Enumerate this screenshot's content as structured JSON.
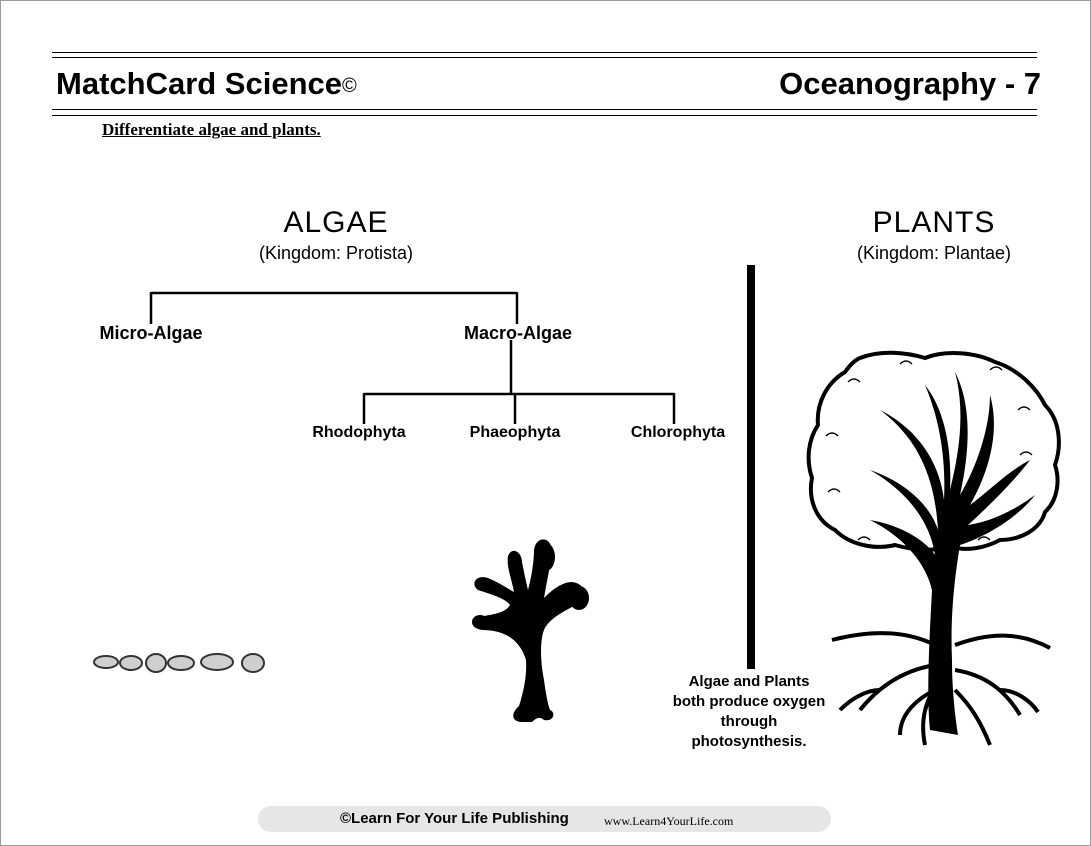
{
  "header": {
    "left_title": "MatchCard Science",
    "copyright_symbol": "©",
    "right_title": "Oceanography - 7"
  },
  "instruction": "Differentiate algae and plants.",
  "algae": {
    "title": "ALGAE",
    "kingdom": "(Kingdom: Protista)",
    "micro": "Micro-Algae",
    "macro": "Macro-Algae",
    "phyla": [
      "Rhodophyta",
      "Phaeophyta",
      "Chlorophyta"
    ]
  },
  "plants": {
    "title": "PLANTS",
    "kingdom": "(Kingdom: Plantae)"
  },
  "note": "Algae and Plants both produce oxygen through photosynthesis.",
  "footer": {
    "publisher": "©Learn For Your Life Publishing",
    "url": "www.Learn4YourLife.com"
  }
}
